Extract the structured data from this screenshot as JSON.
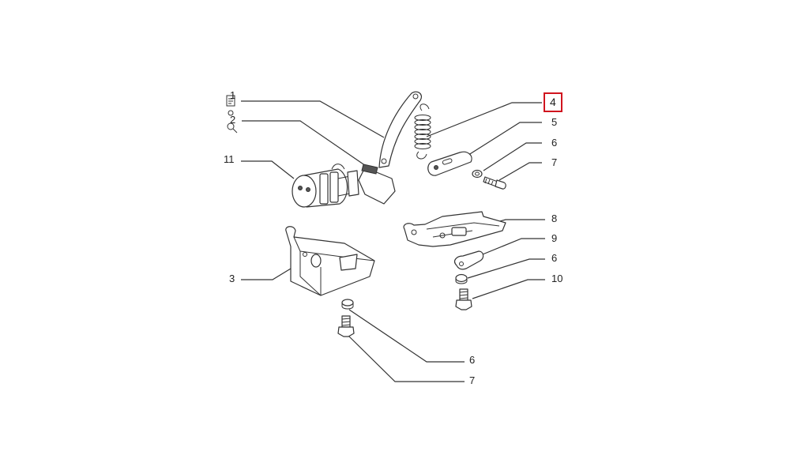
{
  "diagram": {
    "callouts": [
      {
        "id": "c1",
        "label": "1"
      },
      {
        "id": "c2",
        "label": "2"
      },
      {
        "id": "c4",
        "label": "4",
        "highlighted": true
      },
      {
        "id": "c5",
        "label": "5"
      },
      {
        "id": "c6a",
        "label": "6"
      },
      {
        "id": "c7a",
        "label": "7"
      },
      {
        "id": "c11",
        "label": "11"
      },
      {
        "id": "c8",
        "label": "8"
      },
      {
        "id": "c9",
        "label": "9"
      },
      {
        "id": "c6b",
        "label": "6"
      },
      {
        "id": "c10",
        "label": "10"
      },
      {
        "id": "c3",
        "label": "3"
      },
      {
        "id": "c6c",
        "label": "6"
      },
      {
        "id": "c7b",
        "label": "7"
      }
    ],
    "colors": {
      "line": "#333333",
      "highlight": "#d0141e",
      "background": "#ffffff"
    }
  }
}
